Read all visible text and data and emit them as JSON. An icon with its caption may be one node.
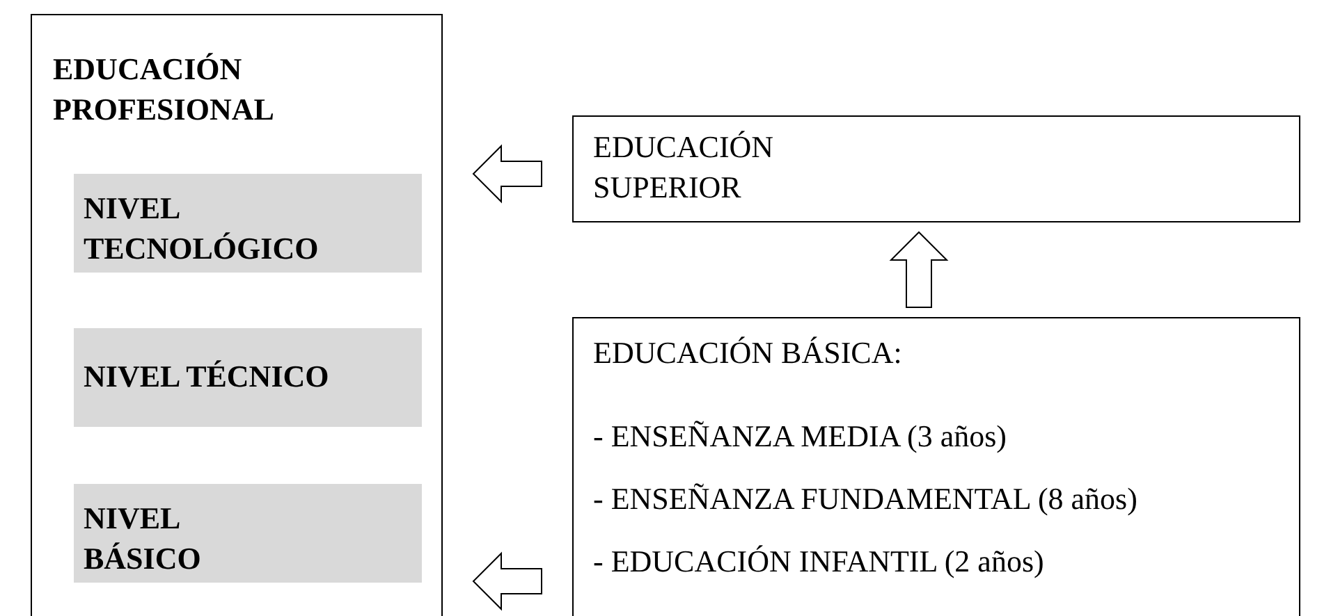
{
  "diagram": {
    "nodes": [
      {
        "text": [
          "EDUCACIÓN PROFESIONAL"
        ]
      },
      {
        "text": [
          "NIVEL TECNOLÓGICO"
        ],
        "in": 0
      },
      {
        "text": [
          "NIVEL TÉCNICO"
        ],
        "in": 0
      },
      {
        "text": [
          "NIVEL BÁSICO"
        ],
        "in": 0
      },
      {
        "text": [
          "EDUCACIÓN SUPERIOR"
        ]
      },
      {
        "text": [
          "EDUCACIÓN BÁSICA:",
          "- ENSEÑANZA MEDIA (3 años)",
          "- ENSEÑANZA FUNDAMENTAL (8 años)",
          "- EDUCACIÓN INFANTIL (2 años)"
        ]
      }
    ],
    "edges": [
      {
        "from": 4,
        "to": 0,
        "arrow": "to"
      },
      {
        "from": 5,
        "to": 0,
        "arrow": "to"
      },
      {
        "from": 5,
        "to": 4,
        "arrow": "to"
      }
    ]
  }
}
